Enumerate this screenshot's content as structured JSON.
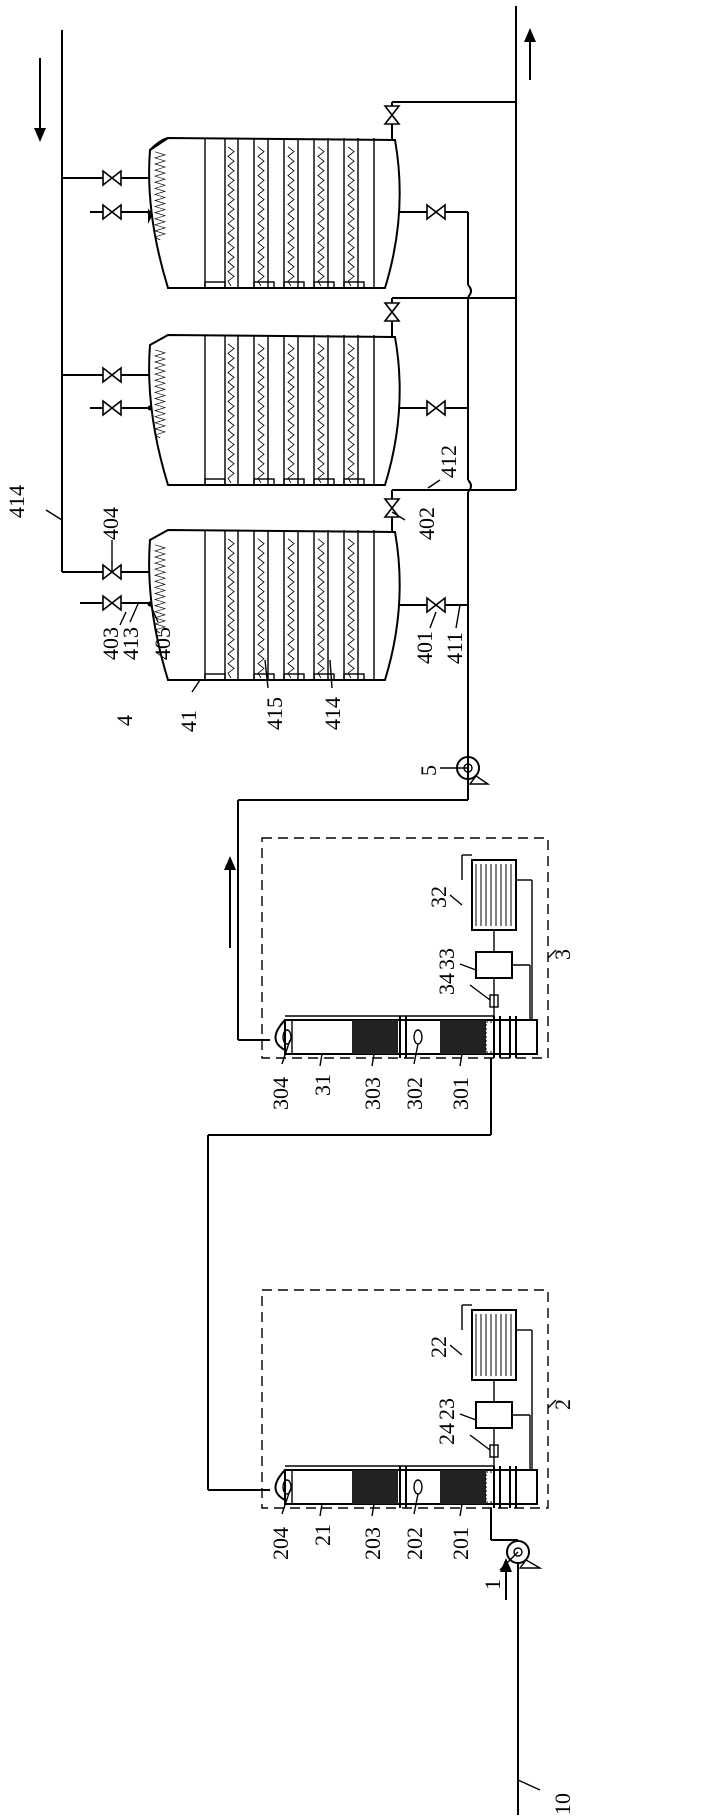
{
  "diagram": {
    "labels": {
      "l10": "10",
      "l1": "1",
      "l2": "2",
      "l3": "3",
      "l4": "4",
      "l5": "5",
      "l21": "21",
      "l22": "22",
      "l23": "23",
      "l24": "24",
      "l201": "201",
      "l202": "202",
      "l203": "203",
      "l204": "204",
      "l31": "31",
      "l32": "32",
      "l33": "33",
      "l34": "34",
      "l301": "301",
      "l302": "302",
      "l303": "303",
      "l304": "304",
      "l41": "41",
      "l401": "401",
      "l402": "402",
      "l403": "403",
      "l404": "404",
      "l405": "405",
      "l411": "411",
      "l412": "412",
      "l413": "413",
      "l414a": "414",
      "l414b": "414",
      "l415": "415"
    }
  }
}
